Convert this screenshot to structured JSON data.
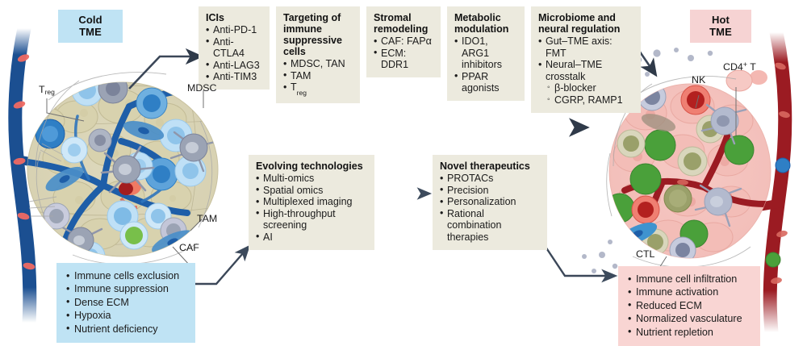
{
  "badges": {
    "cold": "Cold TME",
    "hot": "Hot TME"
  },
  "top_boxes": [
    {
      "name": "icis",
      "title": "ICIs",
      "items": [
        {
          "text": "Anti-PD-1",
          "level": 1
        },
        {
          "text": "Anti-CTLA4",
          "level": 1
        },
        {
          "text": "Anti-LAG3",
          "level": 1
        },
        {
          "text": "Anti-TIM3",
          "level": 1
        }
      ]
    },
    {
      "name": "targeting-immune-suppressive-cells",
      "title": "Targeting of immune suppressive cells",
      "items": [
        {
          "text": "MDSC, TAN",
          "level": 1
        },
        {
          "text": "TAM",
          "level": 1
        },
        {
          "text": "Treg",
          "level": 1
        }
      ]
    },
    {
      "name": "stromal-remodeling",
      "title": "Stromal remodeling",
      "items": [
        {
          "text": "CAF: FAPα",
          "level": 1
        },
        {
          "text": "ECM: DDR1",
          "level": 1
        }
      ]
    },
    {
      "name": "metabolic-modulation",
      "title": "Metabolic modulation",
      "items": [
        {
          "text": "IDO1, ARG1 inhibitors",
          "level": 1
        },
        {
          "text": "PPAR agonists",
          "level": 1
        }
      ]
    },
    {
      "name": "microbiome-and-neural-regulation",
      "title": "Microbiome and neural regulation",
      "items": [
        {
          "text": "Gut–TME axis: FMT",
          "level": 1
        },
        {
          "text": "Neural–TME crosstalk",
          "level": 1
        },
        {
          "text": "β-blocker",
          "level": 2
        },
        {
          "text": "CGRP, RAMP1",
          "level": 2
        }
      ]
    }
  ],
  "mid_boxes": [
    {
      "name": "evolving-technologies",
      "title": "Evolving technologies",
      "items": [
        {
          "text": "Multi-omics",
          "level": 1
        },
        {
          "text": "Spatial omics",
          "level": 1
        },
        {
          "text": "Multiplexed imaging",
          "level": 1
        },
        {
          "text": "High-throughput screening",
          "level": 1
        },
        {
          "text": "AI",
          "level": 1
        }
      ]
    },
    {
      "name": "novel-therapeutics",
      "title": "Novel therapeutics",
      "items": [
        {
          "text": "PROTACs",
          "level": 1
        },
        {
          "text": "Precision",
          "level": 1
        },
        {
          "text": "Personalization",
          "level": 1
        },
        {
          "text": "Rational combination therapies",
          "level": 1
        }
      ]
    }
  ],
  "cold_features": [
    "Immune cells exclusion",
    "Immune suppression",
    "Dense ECM",
    "Hypoxia",
    "Nutrient deficiency"
  ],
  "hot_features": [
    "Immune cell infiltration",
    "Immune activation",
    "Reduced ECM",
    "Normalized vasculature",
    "Nutrient repletion"
  ],
  "cold_cell_labels": [
    {
      "name": "treg",
      "html": "T<sub>reg</sub>"
    },
    {
      "name": "mdsc",
      "html": "MDSC"
    },
    {
      "name": "tam",
      "html": "TAM"
    },
    {
      "name": "caf",
      "html": "CAF"
    }
  ],
  "hot_cell_labels": [
    {
      "name": "nk",
      "html": "NK"
    },
    {
      "name": "cd4-t",
      "html": "CD4<sup>+</sup> T"
    },
    {
      "name": "ctl",
      "html": "CTL"
    }
  ],
  "colors": {
    "box_bg": "#eceade",
    "cold_bg": "#bfe3f4",
    "hot_bg": "#f9d5d3",
    "cold_vessel": "#1b4f91",
    "hot_vessel": "#9b1b22",
    "arrow": "#3b4758"
  }
}
